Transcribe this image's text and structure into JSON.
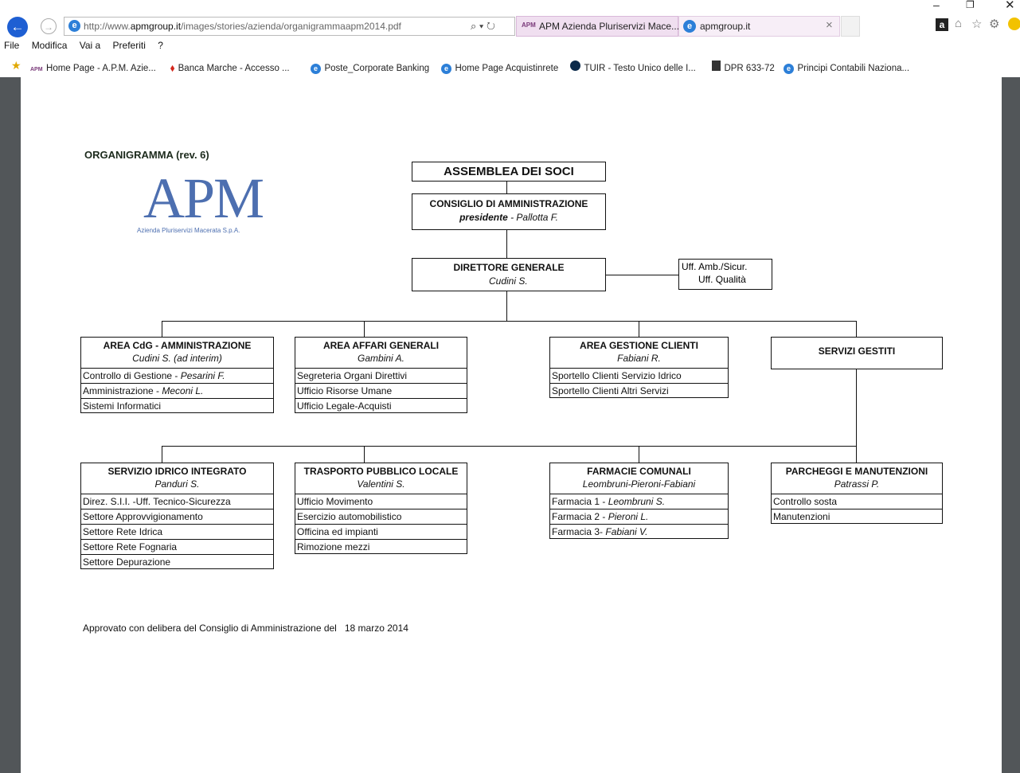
{
  "browser": {
    "url_prefix": "http://www.",
    "url_domain": "apmgroup.it",
    "url_path": "/images/stories/azienda/organigrammaapm2014.pdf",
    "search_glyph": "⌕ ▾ ↻",
    "tabs": [
      {
        "label": "APM Azienda Pluriservizi Mace...",
        "badge": "APM"
      },
      {
        "label": "apmgroup.it",
        "close": "×"
      }
    ],
    "menu": [
      "File",
      "Modifica",
      "Vai a",
      "Preferiti",
      "?"
    ],
    "favorites": [
      {
        "label": "Home Page - A.P.M. Azie...",
        "icon": "apm-logo-icon"
      },
      {
        "label": "Banca Marche - Accesso ...",
        "icon": "bank-icon"
      },
      {
        "label": "Poste_Corporate Banking",
        "icon": "ie-page-icon"
      },
      {
        "label": "Home Page Acquistinrete",
        "icon": "ie-page-icon"
      },
      {
        "label": "TUIR - Testo Unico delle I...",
        "icon": "circle-icon"
      },
      {
        "label": "DPR 633-72",
        "icon": "doc-icon"
      },
      {
        "label": "Principi Contabili Naziona...",
        "icon": "ie-page-icon"
      }
    ],
    "accent": "#1e5fd3"
  },
  "document": {
    "heading": "ORGANIGRAMMA (rev. 6)",
    "logo": {
      "text": "APM",
      "tagline": "Azienda Pluriservizi Macerata S.p.A."
    },
    "assemblea": "ASSEMBLEA DEI SOCI",
    "consiglio": {
      "title": "CONSIGLIO DI AMMINISTRAZIONE",
      "role": "presidente",
      "name": "  - Pallotta F."
    },
    "direttore": {
      "title": "DIRETTORE GENERALE",
      "name": "Cudini S."
    },
    "uff": {
      "line1": "Uff. Amb./Sicur.",
      "line2": "Uff. Qualità"
    },
    "areas": [
      {
        "title": "AREA CdG - AMMINISTRAZIONE",
        "head": "Cudini S. (ad interim)",
        "rows": [
          {
            "t": "Controllo di Gestione - ",
            "i": "Pesarini F."
          },
          {
            "t": "Amministrazione - ",
            "i": "Meconi L."
          },
          {
            "t": "Sistemi Informatici",
            "i": ""
          }
        ]
      },
      {
        "title": "AREA AFFARI GENERALI",
        "head": "Gambini A.",
        "rows": [
          {
            "t": "Segreteria Organi Direttivi",
            "i": ""
          },
          {
            "t": "Ufficio Risorse Umane",
            "i": ""
          },
          {
            "t": "Ufficio Legale-Acquisti",
            "i": ""
          }
        ]
      },
      {
        "title": "AREA GESTIONE CLIENTI",
        "head": "Fabiani R.",
        "rows": [
          {
            "t": "Sportello Clienti Servizio Idrico",
            "i": ""
          },
          {
            "t": "Sportello Clienti Altri Servizi",
            "i": ""
          }
        ]
      },
      {
        "title": "SERVIZI GESTITI",
        "head": "",
        "rows": []
      }
    ],
    "services": [
      {
        "title": "SERVIZIO IDRICO INTEGRATO",
        "head": "Panduri S.",
        "rows": [
          {
            "t": "Direz. S.I.I. -Uff. Tecnico-Sicurezza",
            "i": ""
          },
          {
            "t": "Settore Approvvigionamento",
            "i": ""
          },
          {
            "t": "Settore Rete Idrica",
            "i": ""
          },
          {
            "t": "Settore Rete Fognaria",
            "i": ""
          },
          {
            "t": "Settore Depurazione",
            "i": ""
          }
        ]
      },
      {
        "title": "TRASPORTO PUBBLICO LOCALE",
        "head": "Valentini S.",
        "rows": [
          {
            "t": "Ufficio Movimento",
            "i": ""
          },
          {
            "t": "Esercizio automobilistico",
            "i": ""
          },
          {
            "t": "Officina ed impianti",
            "i": ""
          },
          {
            "t": "Rimozione mezzi",
            "i": ""
          }
        ]
      },
      {
        "title": "FARMACIE COMUNALI",
        "head": "Leombruni-Pieroni-Fabiani",
        "rows": [
          {
            "t": "Farmacia 1 - ",
            "i": "Leombruni S."
          },
          {
            "t": "Farmacia 2 - ",
            "i": "Pieroni L."
          },
          {
            "t": "Farmacia 3- ",
            "i": "Fabiani V."
          }
        ]
      },
      {
        "title": "PARCHEGGI E MANUTENZIONI",
        "head": "Patrassi P.",
        "rows": [
          {
            "t": "Controllo sosta",
            "i": ""
          },
          {
            "t": "Manutenzioni",
            "i": ""
          }
        ]
      }
    ],
    "footer_prefix": "Approvato con delibera del Consiglio di Amministrazione del",
    "footer_date": "18 marzo 2014"
  }
}
